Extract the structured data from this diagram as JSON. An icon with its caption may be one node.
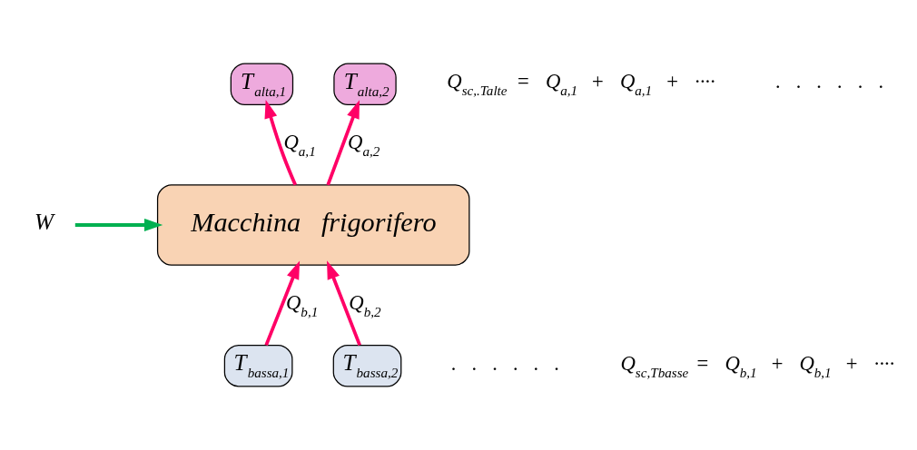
{
  "diagram": {
    "nodes": [
      {
        "text": [
          "T$_{alta,1}$"
        ]
      },
      {
        "text": [
          "T$_{alta,2}$"
        ]
      },
      {
        "text": [
          "Macchina frigorifero"
        ]
      },
      {
        "text": [
          "T$_{bassa,1}$"
        ]
      },
      {
        "text": [
          "T$_{bassa,2}$"
        ]
      },
      {
        "text": [
          "W"
        ]
      }
    ],
    "edges": [
      {
        "from": 2,
        "to": 0,
        "arrow": "to",
        "label": "Q$_{a,1}$",
        "color": "#ff0066"
      },
      {
        "from": 2,
        "to": 1,
        "arrow": "to",
        "label": "Q$_{a,2}$",
        "color": "#ff0066"
      },
      {
        "from": 5,
        "to": 2,
        "arrow": "to",
        "color": "#00b050"
      },
      {
        "from": 3,
        "to": 2,
        "arrow": "to",
        "label": "Q$_{b,1}$",
        "color": "#ff0066"
      },
      {
        "from": 4,
        "to": 2,
        "arrow": "to",
        "label": "Q$_{b,2}$",
        "color": "#ff0066"
      }
    ],
    "labels": [
      "Q$_{sc,.Talte}$ = Q$_{a,1}$ + Q$_{a,1}$ + ····",
      ". . . . . .",
      ". . . . . .",
      "Q$_{sc,Tbasse}$ = Q$_{b,1}$ + Q$_{b,1}$ + ····"
    ]
  }
}
